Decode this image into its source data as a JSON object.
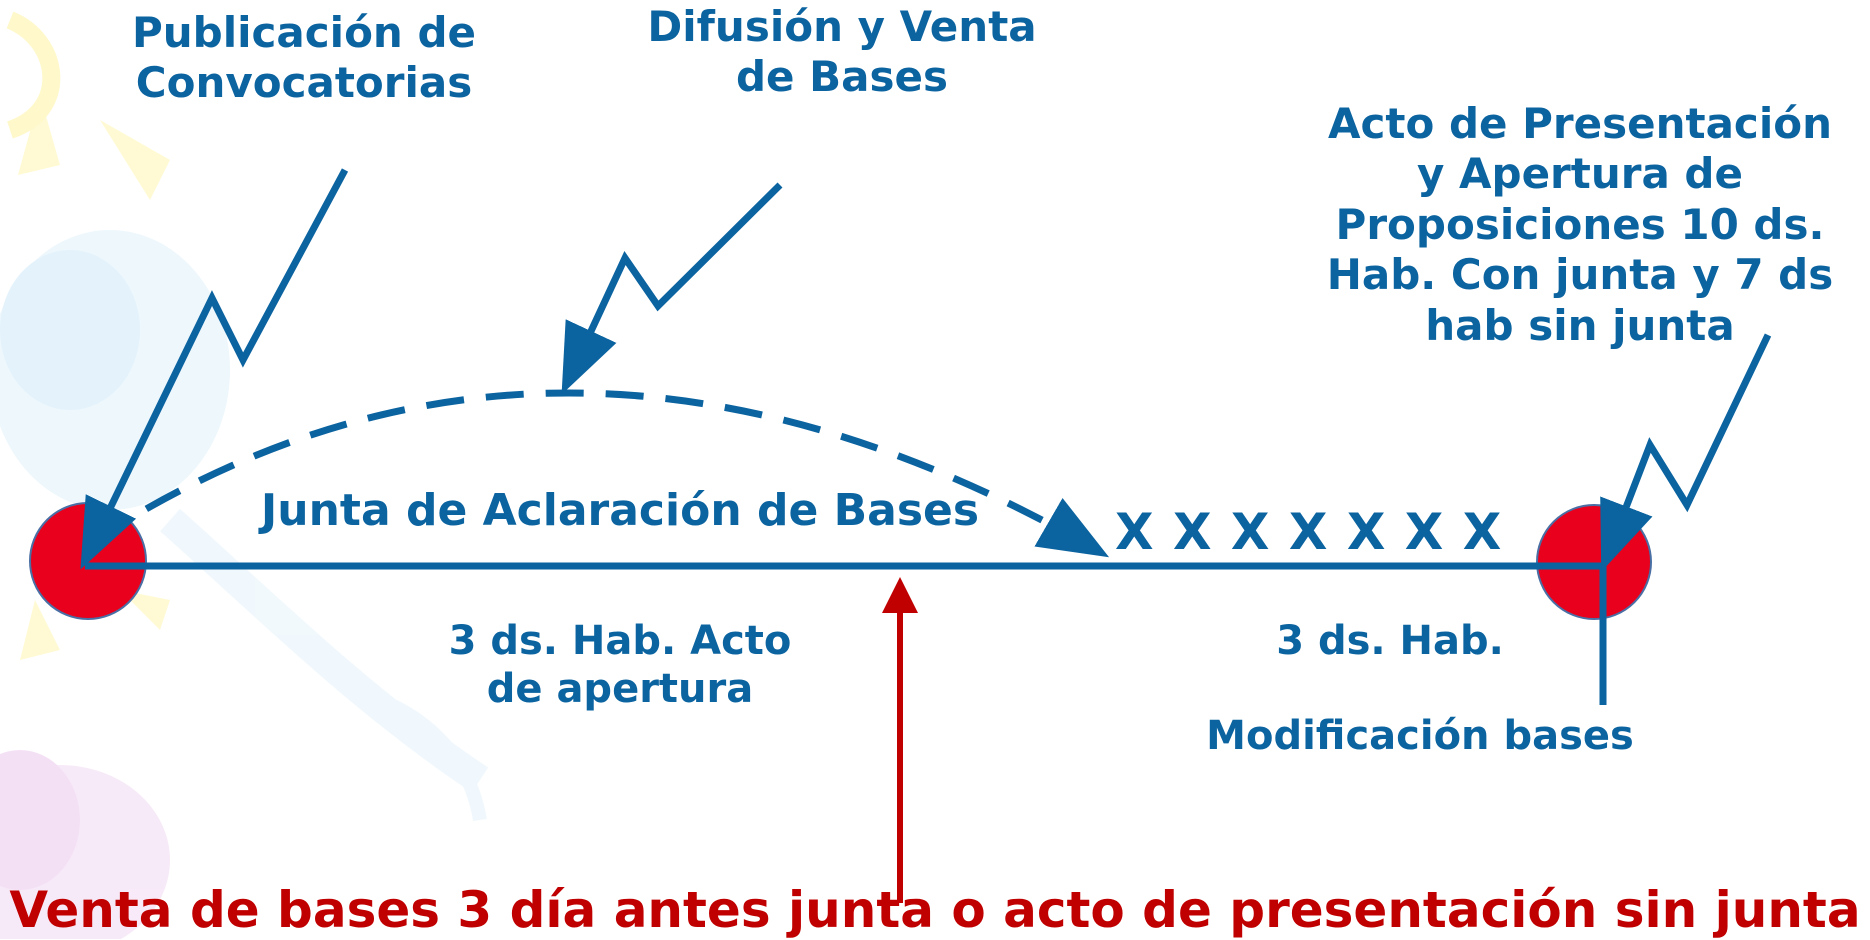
{
  "colors": {
    "diagram_blue": "#0b63a0",
    "marker_red": "#e8001c",
    "emphasis_red": "#c00000"
  },
  "labels": {
    "publicacion": [
      "Publicación de",
      "Convocatorias"
    ],
    "difusion": [
      "Difusión y Venta",
      "de Bases"
    ],
    "acto_presentacion": [
      "Acto de Presentación",
      "y Apertura de",
      "Proposiciones 10 ds.",
      "Hab. Con junta y 7 ds",
      "hab sin junta"
    ],
    "junta_aclaracion": "Junta de Aclaración de Bases",
    "x_marks": "X X X X X X X",
    "tres_ds_acto": [
      "3 ds. Hab. Acto",
      "de apertura"
    ],
    "tres_ds_hab": "3 ds. Hab.",
    "modificacion_bases": "Modificación bases",
    "venta_bases": "Venta de bases 3 día antes junta o acto de presentación sin junta"
  }
}
